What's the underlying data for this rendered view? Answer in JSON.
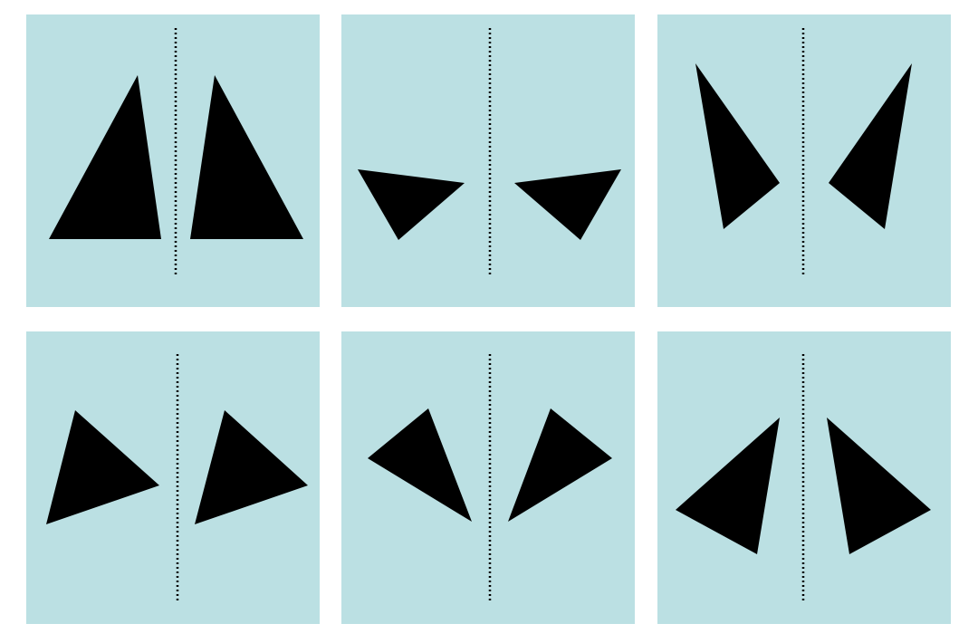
{
  "colors": {
    "background": "#ffffff",
    "panel": "#bbe0e3",
    "shape": "#000000",
    "axis_line": "#000000"
  },
  "panels": [
    {
      "shape": "triangle",
      "count": 2,
      "axis": "dotted-vertical-line"
    },
    {
      "shape": "triangle",
      "count": 2,
      "axis": "dotted-vertical-line"
    },
    {
      "shape": "triangle",
      "count": 2,
      "axis": "dotted-vertical-line"
    },
    {
      "shape": "triangle",
      "count": 2,
      "axis": "dotted-vertical-line"
    },
    {
      "shape": "triangle",
      "count": 2,
      "axis": "dotted-vertical-line"
    },
    {
      "shape": "triangle",
      "count": 2,
      "axis": "dotted-vertical-line"
    }
  ]
}
